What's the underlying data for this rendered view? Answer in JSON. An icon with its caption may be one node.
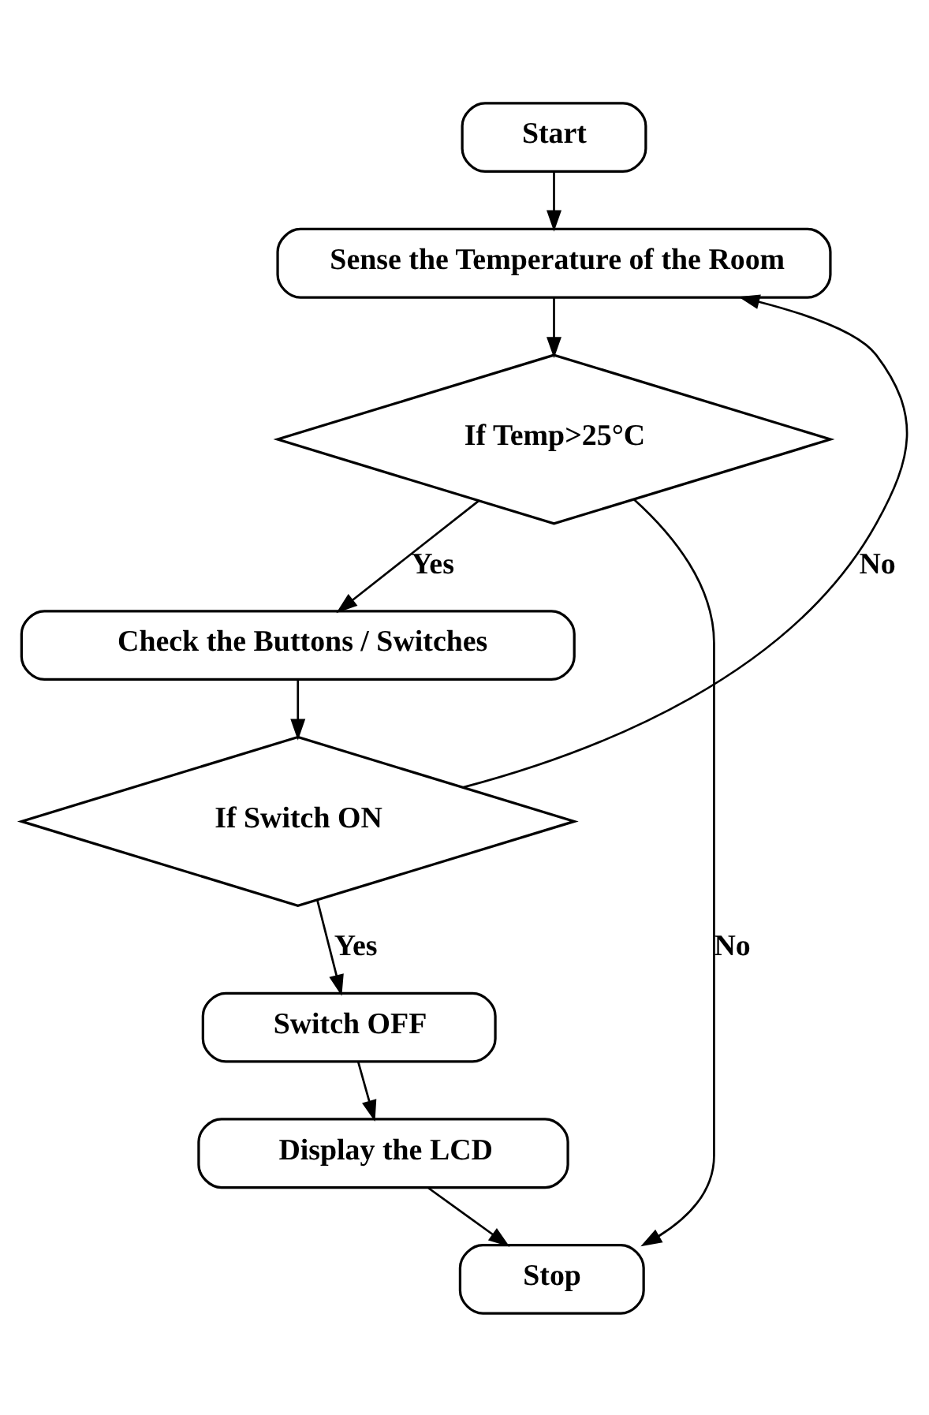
{
  "diagram": {
    "nodes": [
      {
        "text": [
          "Start"
        ]
      },
      {
        "text": [
          "Sense the Temperature of the Room"
        ]
      },
      {
        "text": [
          "If Temp>25°C"
        ]
      },
      {
        "text": [
          "Check the Buttons / Switches"
        ]
      },
      {
        "text": [
          "If Switch ON"
        ]
      },
      {
        "text": [
          "Switch OFF"
        ]
      },
      {
        "text": [
          "Display the LCD"
        ]
      },
      {
        "text": [
          "Stop"
        ]
      }
    ],
    "edges": [
      {
        "from": 0,
        "to": 1,
        "arrow": "to"
      },
      {
        "from": 1,
        "to": 2,
        "arrow": "to"
      },
      {
        "from": 2,
        "to": 3,
        "arrow": "to",
        "label": "Yes"
      },
      {
        "from": 3,
        "to": 4,
        "arrow": "to"
      },
      {
        "from": 4,
        "to": 5,
        "arrow": "to",
        "label": "Yes"
      },
      {
        "from": 5,
        "to": 6,
        "arrow": "to"
      },
      {
        "from": 6,
        "to": 7,
        "arrow": "to"
      },
      {
        "from": 2,
        "to": 7,
        "arrow": "to",
        "label": "No"
      },
      {
        "from": 4,
        "to": 1,
        "arrow": "to",
        "label": "No"
      }
    ]
  }
}
